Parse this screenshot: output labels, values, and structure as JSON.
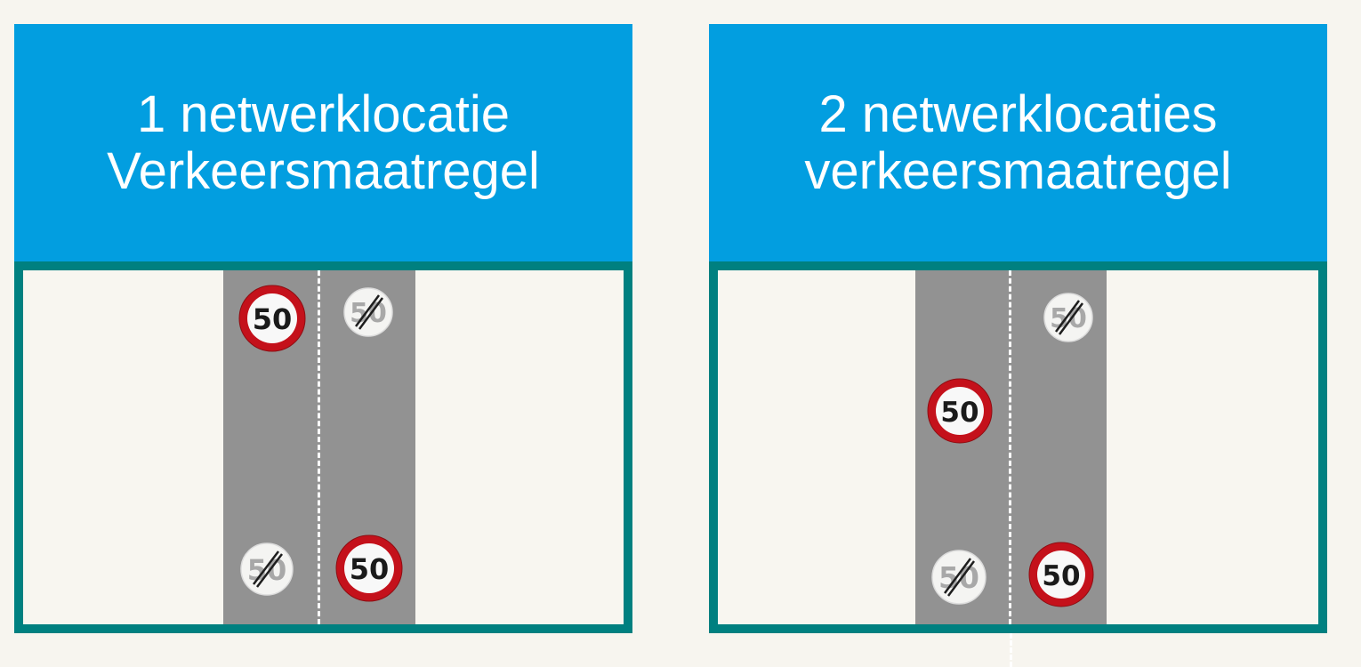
{
  "panels": [
    {
      "title_line1": "1 netwerklocatie",
      "title_line2": "Verkeersmaatregel"
    },
    {
      "title_line1": "2 netwerklocaties",
      "title_line2": "verkeersmaatregel"
    }
  ],
  "signs": {
    "speed_limit_text": "50",
    "end_limit_text": "50"
  },
  "colors": {
    "header_blue": "#029ee0",
    "frame_teal": "#008080",
    "road_grey": "#929292",
    "sign_red": "#c4111b",
    "background": "#f7f5ef"
  }
}
